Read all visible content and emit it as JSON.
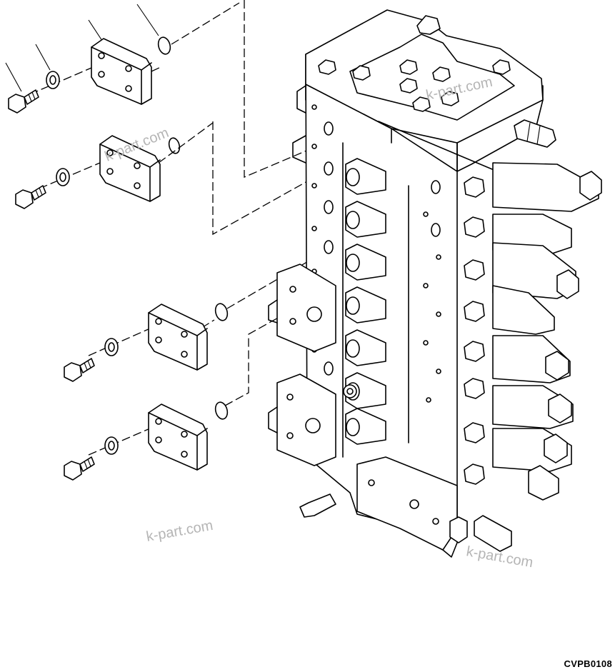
{
  "drawing_code": "CVPB0108",
  "watermarks": [
    "k-part.com",
    "k-part.com",
    "k-part.com",
    "k-part.com"
  ],
  "colors": {
    "line": "#000000",
    "background": "#ffffff",
    "watermark": "#b5b5b5"
  }
}
